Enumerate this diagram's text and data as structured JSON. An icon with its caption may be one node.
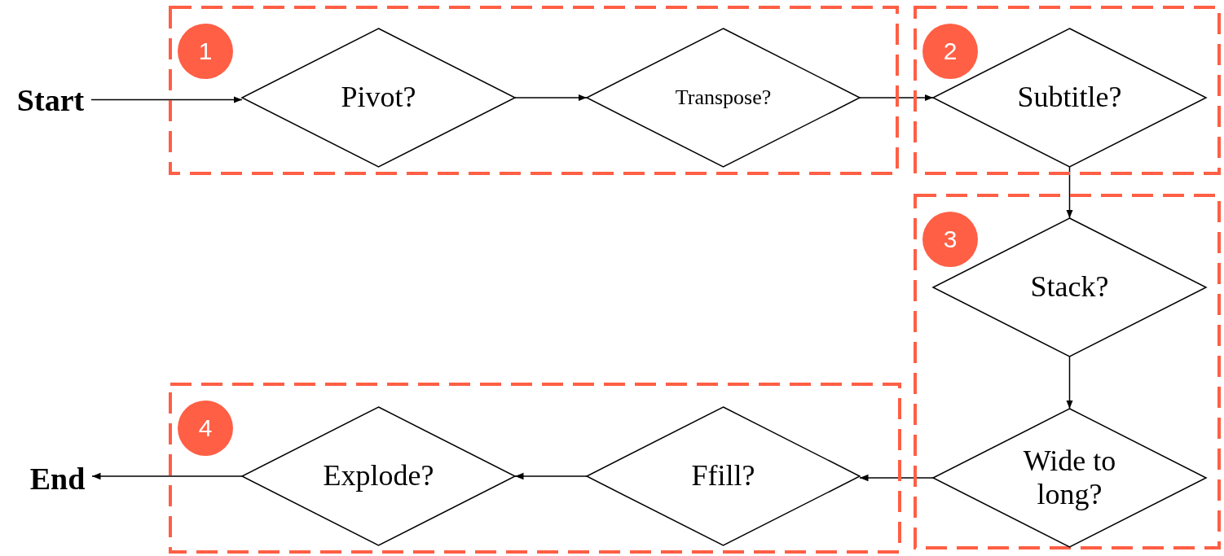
{
  "diagram": {
    "nodes": [
      {
        "text": [
          "Start"
        ]
      },
      {
        "text": [
          "1"
        ]
      },
      {
        "text": [
          "Pivot?"
        ],
        "in": 1
      },
      {
        "text": [
          "Transpose?"
        ],
        "in": 1
      },
      {
        "text": [
          "2"
        ]
      },
      {
        "text": [
          "Subtitle?"
        ],
        "in": 4
      },
      {
        "text": [
          "3"
        ]
      },
      {
        "text": [
          "Stack?"
        ],
        "in": 6
      },
      {
        "text": [
          "Wide to long?"
        ],
        "in": 6
      },
      {
        "text": [
          "End"
        ]
      },
      {
        "text": [
          "4"
        ]
      },
      {
        "text": [
          "Ffill?"
        ],
        "in": 10
      },
      {
        "text": [
          "Explode?"
        ],
        "in": 10
      }
    ],
    "edges": [
      {
        "from": 0,
        "to": 2,
        "arrow": "to"
      },
      {
        "from": 2,
        "to": 3,
        "arrow": "to"
      },
      {
        "from": 3,
        "to": 5,
        "arrow": "to"
      },
      {
        "from": 5,
        "to": 7,
        "arrow": "to"
      },
      {
        "from": 7,
        "to": 8,
        "arrow": "to"
      },
      {
        "from": 8,
        "to": 11,
        "arrow": "to"
      },
      {
        "from": 11,
        "to": 12,
        "arrow": "to"
      },
      {
        "from": 12,
        "to": 9,
        "arrow": "to"
      }
    ]
  }
}
